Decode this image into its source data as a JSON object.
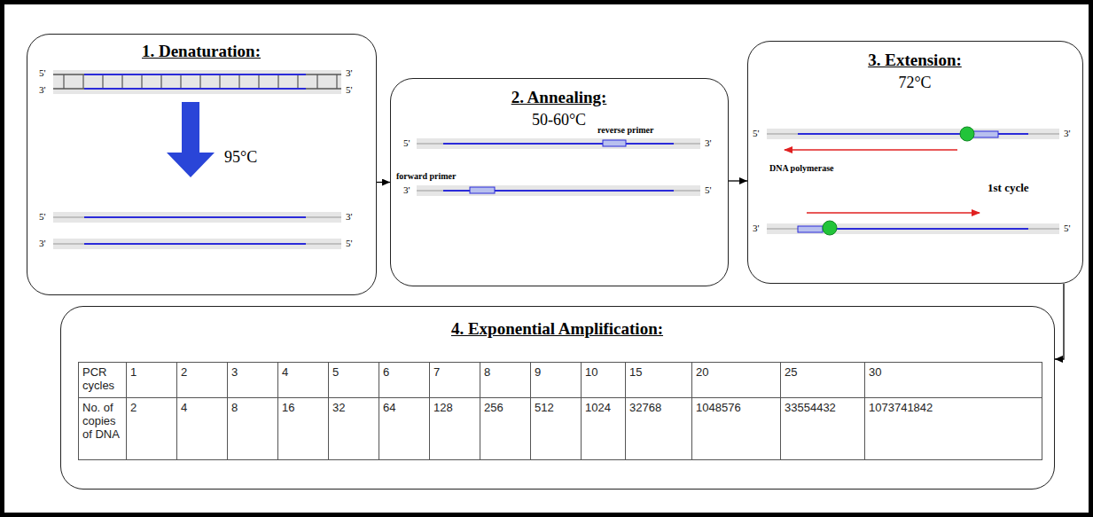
{
  "diagram": {
    "nodes": [
      {
        "text": [
          "1. Denaturation:",
          "95°C"
        ]
      },
      {
        "text": [
          "2. Annealing:",
          "50-60°C"
        ]
      },
      {
        "text": [
          "3. Extension:",
          "72°C"
        ]
      },
      {
        "text": [
          "4. Exponential Amplification:"
        ]
      }
    ],
    "edges": [
      {
        "from": 0,
        "to": 1,
        "arrow": "to"
      },
      {
        "from": 1,
        "to": 2,
        "arrow": "to"
      },
      {
        "from": 2,
        "to": 3,
        "arrow": "to"
      }
    ],
    "labels": [
      "5'",
      "3'",
      "3'",
      "5'",
      "5'",
      "3'",
      "3'",
      "5'",
      "5'",
      "3'",
      "3'",
      "5'",
      "5'",
      "3'",
      "3'",
      "5'",
      "reverse primer",
      "forward primer",
      "DNA polymerase",
      "1st cycle",
      "PCR cycles",
      "1",
      "2",
      "3",
      "4",
      "5",
      "6",
      "7",
      "8",
      "9",
      "10",
      "15",
      "20",
      "25",
      "30",
      "No. of copies of DNA",
      "2",
      "4",
      "8",
      "16",
      "32",
      "64",
      "128",
      "256",
      "512",
      "1024",
      "32768",
      "1048576",
      "33554432",
      "1073741842"
    ]
  }
}
